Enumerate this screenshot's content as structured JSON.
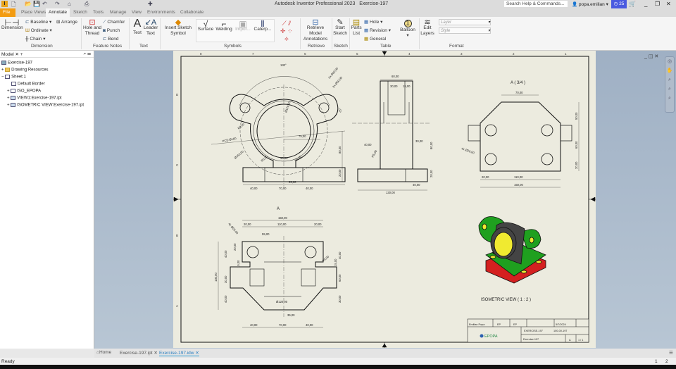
{
  "titlebar": {
    "app": "Autodesk Inventor Professional 2023",
    "doc": "Exercise-197",
    "search_placeholder": "Search Help & Commands...",
    "user": "popa.emilian",
    "timer": "25"
  },
  "tabs": [
    "File",
    "Place Views",
    "Annotate",
    "Sketch",
    "Tools",
    "Manage",
    "View",
    "Environments",
    "Collaborate"
  ],
  "ribbon": {
    "dimension": {
      "dimension": "Dimension",
      "baseline": "Baseline",
      "ordinate": "Ordinate",
      "chain": "Chain",
      "arrange": "Arrange",
      "panel": "Dimension"
    },
    "feature_notes": {
      "hole_thread": "Hole and Thread",
      "chamfer": "Chamfer",
      "punch": "Punch",
      "bend": "Bend",
      "panel": "Feature Notes"
    },
    "text": {
      "text": "Text",
      "leader_text": "Leader Text",
      "panel": "Text"
    },
    "symbols": {
      "insert_sketch_symbol": "Insert Sketch Symbol",
      "surface": "Surface",
      "welding": "Welding",
      "import": "Impor...",
      "caterpillar": "Caterp...",
      "panel": "Symbols"
    },
    "retrieve": {
      "retrieve_model_annotations": "Retrieve Model Annotations",
      "panel": "Retrieve"
    },
    "sketch": {
      "start_sketch": "Start Sketch",
      "panel": "Sketch"
    },
    "table": {
      "parts_list": "Parts List",
      "hole": "Hole",
      "revision": "Revision",
      "general": "General",
      "panel": "Table"
    },
    "balloon": {
      "balloon": "Balloon"
    },
    "format": {
      "edit_layers": "Edit Layers",
      "layer": "Layer",
      "style": "Style",
      "panel": "Format"
    }
  },
  "browser": {
    "tab": "Model",
    "items": [
      "Exercise-197",
      "Drawing Resources",
      "Sheet:1",
      "Default Border",
      "ISO_EPOPA",
      "VIEW1:Exercise-197.ipt",
      "ISOMETRIC VIEW:Exercise-197.ipt"
    ]
  },
  "drawing": {
    "zone_numbers": [
      "8",
      "7",
      "6",
      "5",
      "4",
      "3",
      "2",
      "1"
    ],
    "zone_letters": [
      "D",
      "C",
      "B",
      "A"
    ],
    "front": {
      "angle": "130°",
      "hole_small": "2x Ø20,00",
      "hole_lug": "2x Ø50,00",
      "angle2": "25°",
      "bore": "Ø120,00",
      "pcd": "PCD Ø160",
      "outer": "Ø160,00",
      "r1": "R5,00",
      "r2": "R5,00",
      "r3": "R5,00",
      "d75": "75,00",
      "d80": "80,00",
      "d40": "40,00",
      "d20": "20,00",
      "d35": "35,00",
      "b40a": "40,00",
      "b70": "70,00",
      "b40b": "40,00",
      "section": "A"
    },
    "side": {
      "d60": "60,00",
      "d30": "30,00",
      "d15": "15,00",
      "d40": "40,00",
      "r": "R5,00",
      "d30b": "30,00",
      "d80": "80,00",
      "d20": "20,00",
      "d40b": "40,00",
      "d130": "130,00"
    },
    "top": {
      "title": "A ( 3/4 )",
      "d70": "70,00",
      "d50": "50,00",
      "d60": "60,00",
      "d20v": "20,00",
      "holes": "4x Ø20,00",
      "d20": "20,00",
      "d110": "110,00",
      "d150": "150,00"
    },
    "bottom": {
      "d150": "150,00",
      "d20a": "20,00",
      "d110": "110,00",
      "d20b": "20,00",
      "d55": "55,00",
      "holes": "4x Ø20,00",
      "r": "R5,00",
      "d130": "130,00",
      "d40a": "40,00",
      "d20": "20,00",
      "d30": "30,00",
      "d40b": "40,00",
      "d40c": "40,00",
      "d15a": "15,00",
      "d15b": "15,00",
      "d60": "60,00",
      "d30b": "30,00",
      "dia": "Ø120,00",
      "d35": "35,00",
      "b40a": "40,00",
      "b70": "70,00",
      "b40b": "40,00"
    },
    "iso_label": "ISOMETRIC VIEW ( 1 : 2 )",
    "title_block": {
      "designer": "Emilian Popa",
      "checked": "EP",
      "approved": "EP",
      "date": "5/7/2024",
      "title": "EXERCISE-197",
      "part": "100-00-197",
      "file": "Exercise-197",
      "size": "A",
      "sheet": "1 / 1",
      "logo": "EPOPA"
    }
  },
  "doctabs": [
    "Home",
    "Exercise-197.ipt",
    "Exercise-197.idw"
  ],
  "status": {
    "text": "Ready",
    "page1": "1",
    "page2": "2"
  }
}
